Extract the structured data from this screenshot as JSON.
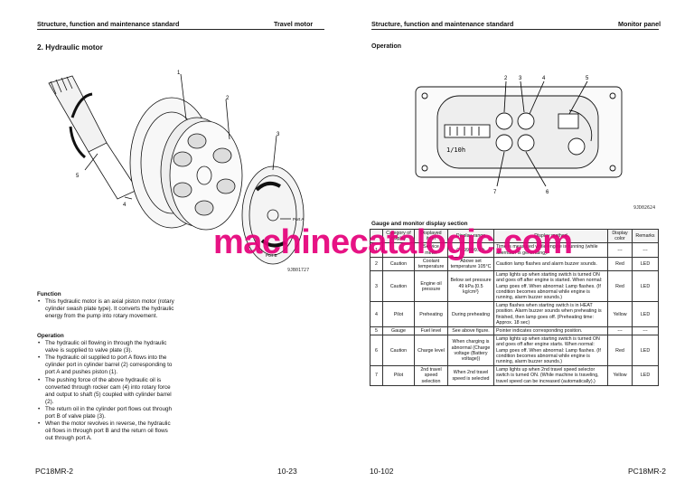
{
  "left_page": {
    "header_left": "Structure, function and maintenance standard",
    "header_right": "Travel motor",
    "section_title": "2.  Hydraulic motor",
    "callouts": [
      "1",
      "2",
      "3",
      "4",
      "5"
    ],
    "port_labels": [
      "Port A",
      "Port B"
    ],
    "figure_code": "9JB01727",
    "function_heading": "Function",
    "function_items": [
      "This hydraulic motor is an axial piston motor (rotary cylinder swash plate type). It converts the hydraulic energy from the pump into rotary movement."
    ],
    "operation_heading": "Operation",
    "operation_items": [
      "The hydraulic oil flowing in through the hydraulic valve is supplied to valve plate (3).",
      "The hydraulic oil supplied to port A flows into the cylinder port in cylinder barrel (2) corresponding to port A and pushes piston (1).",
      "The pushing force of the above hydraulic oil is converted through rocker cam (4) into rotary force and output to shaft (5) coupled with cylinder barrel (2).",
      "The return oil in the cylinder port flows out through port B of valve plate (3).",
      "When the motor revolves in reverse, the hydraulic oil flows in through port B and the return oil flows out through port A."
    ],
    "footer_left": "PC18MR-2",
    "footer_right": "10-23"
  },
  "right_page": {
    "header_left": "Structure, function and maintenance standard",
    "header_right": "Monitor panel",
    "operation_heading": "Operation",
    "callouts": [
      "2",
      "3",
      "4",
      "5",
      "7",
      "6"
    ],
    "hour_display": "1/10h",
    "figure_code": "9JD02624",
    "table_title": "Gauge and monitor display section",
    "table_headers": [
      "",
      "Category of display",
      "Displayed item",
      "Display range",
      "Display method",
      "Display color",
      "Remarks"
    ],
    "rows": [
      [
        "1",
        "",
        "Service meter",
        "0 - 99999.9 h",
        "Time is measured while engine is running (while alternator is generating).",
        "---",
        "---"
      ],
      [
        "2",
        "Caution",
        "Coolant temperature",
        "Above set temperature 105°C",
        "Caution lamp flashes and alarm buzzer sounds.",
        "Red",
        "LED"
      ],
      [
        "3",
        "Caution",
        "Engine oil pressure",
        "Below set pressure 49 kPa {0.5 kg/cm²}",
        "Lamp lights up when starting switch is turned ON and goes off after engine is started. When normal: Lamp goes off. When abnormal: Lamp flashes. (If condition becomes abnormal while engine is running, alarm buzzer sounds.)",
        "Red",
        "LED"
      ],
      [
        "4",
        "Pilot",
        "Preheating",
        "During preheating",
        "Lamp flashes when starting switch is in HEAT position. Alarm buzzer sounds when preheating is finished, then lamp goes off. (Preheating time: Approx. 18 sec)",
        "Yellow",
        "LED"
      ],
      [
        "5",
        "Gauge",
        "Fuel level",
        "See above figure.",
        "Pointer indicates corresponding position.",
        "---",
        "---"
      ],
      [
        "6",
        "Caution",
        "Charge level",
        "When charging is abnormal (Charge voltage (Battery voltage))",
        "Lamp lights up when starting switch is turned ON and goes off after engine starts. When normal: Lamp goes off. When abnormal: Lamp flashes. (If condition becomes abnormal while engine is running, alarm buzzer sounds.)",
        "Red",
        "LED"
      ],
      [
        "7",
        "Pilot",
        "2nd travel speed selection",
        "When 2nd travel speed is selected",
        "Lamp lights up when 2nd travel speed selector switch is turned ON. (While machine is traveling, travel speed can be increased (automatically).)",
        "Yellow",
        "LED"
      ]
    ],
    "footer_left": "10-102",
    "footer_right": "PC18MR-2"
  },
  "watermark": "machinecatalogic.com",
  "colors": {
    "watermark": "#e5007a",
    "rule": "#222222"
  }
}
